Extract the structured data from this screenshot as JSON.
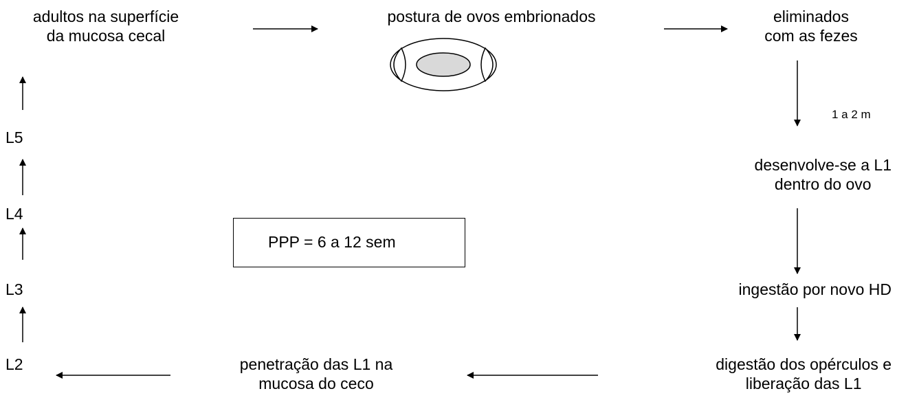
{
  "nodes": {
    "adults": [
      "adultos na superfície",
      "da mucosa cecal"
    ],
    "eggs_laid": [
      "postura de ovos embrionados"
    ],
    "eliminated": [
      "eliminados",
      "com as fezes"
    ],
    "time_label": "1 a 2 m",
    "develops_l1": [
      "desenvolve-se a L1",
      "dentro do ovo"
    ],
    "ingestion": [
      "ingestão por novo HD"
    ],
    "digestion": [
      "digestão dos opérculos e",
      "liberação das L1"
    ],
    "penetration": [
      "penetração das L1 na",
      "mucosa do ceco"
    ],
    "l2": "L2",
    "l3": "L3",
    "l4": "L4",
    "l5": "L5"
  },
  "ppp_box": "PPP = 6 a 12 sem",
  "colors": {
    "egg_fill": "#d9d9d9",
    "stroke": "#000000"
  },
  "icons": [
    "egg-icon"
  ]
}
